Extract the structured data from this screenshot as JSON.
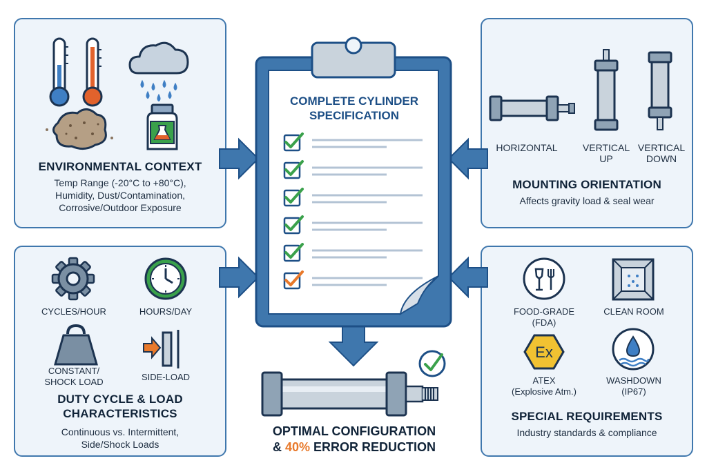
{
  "environmental": {
    "title": "ENVIRONMENTAL CONTEXT",
    "desc": [
      "Temp Range (-20°C to +80°C),",
      "Humidity, Dust/Contamination,",
      "Corrosive/Outdoor Exposure"
    ]
  },
  "mounting": {
    "title": "MOUNTING ORIENTATION",
    "desc": "Affects gravity load & seal wear",
    "options": [
      "HORIZONTAL",
      "VERTICAL\nUP",
      "VERTICAL\nDOWN"
    ]
  },
  "duty": {
    "title": [
      "DUTY CYCLE & LOAD",
      "CHARACTERISTICS"
    ],
    "desc": [
      "Continuous vs. Intermittent,",
      "Side/Shock Loads"
    ],
    "items": [
      "CYCLES/HOUR",
      "HOURS/DAY",
      "CONSTANT/\nSHOCK LOAD",
      "SIDE-LOAD"
    ]
  },
  "special": {
    "title": "SPECIAL REQUIREMENTS",
    "desc": "Industry standards & compliance",
    "items": [
      "FOOD-GRADE\n(FDA)",
      "CLEAN ROOM",
      "ATEX\n(Explosive Atm.)",
      "WASHDOWN\n(IP67)"
    ],
    "atex_symbol": "Ex"
  },
  "center": {
    "title": [
      "COMPLETE CYLINDER",
      "SPECIFICATION"
    ],
    "checklist_count": 6
  },
  "outcome": {
    "line1": "OPTIMAL CONFIGURATION",
    "line2_pre": "& ",
    "line2_highlight": "40%",
    "line2_post": " ERROR REDUCTION"
  },
  "colors": {
    "navy": "#1d4f86",
    "panel_border": "#3f77ad",
    "panel_bg": "#eef4fa",
    "check_green": "#3aa14b",
    "check_orange": "#e8792b"
  }
}
